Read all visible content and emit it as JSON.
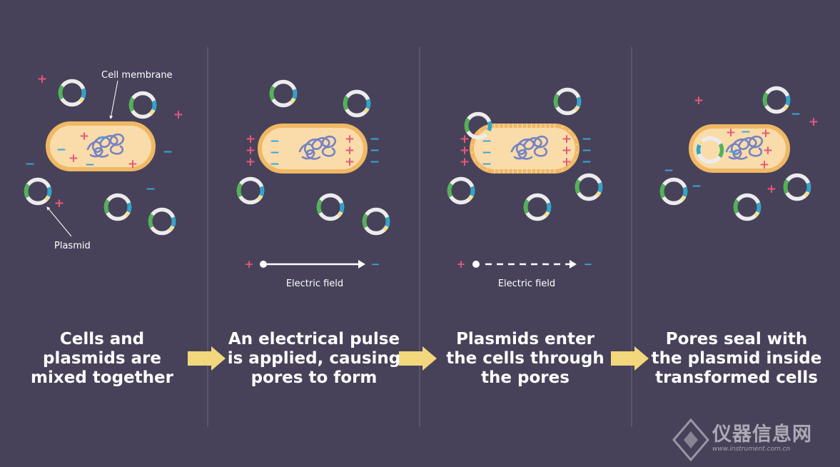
{
  "labels": {
    "cell_membrane": "Cell membrane",
    "plasmid": "Plasmid",
    "electric_field": "Electric field"
  },
  "signs": {
    "plus": "+",
    "minus": "−"
  },
  "steps": [
    {
      "lines": [
        "Cells and",
        "plasmids are",
        "mixed together"
      ]
    },
    {
      "lines": [
        "An electrical pulse",
        "is applied, causing",
        "pores to form"
      ]
    },
    {
      "lines": [
        "Plasmids enter",
        "the cells through",
        "the pores"
      ]
    },
    {
      "lines": [
        "Pores seal with",
        "the plasmid inside",
        "transformed cells"
      ]
    }
  ],
  "watermark": {
    "brand": "仪器信息网",
    "url": "www.instrument.com.cn"
  },
  "colors": {
    "background": "#474259",
    "cell_fill": "#f9dcaa",
    "cell_outline": "#f0b865",
    "dna": "#7683c4",
    "plus": "#e8587a",
    "minus": "#3aa7d8",
    "plasmid_ring": "#ececec",
    "plasmid_green": "#52b257",
    "plasmid_blue": "#32a3c9",
    "plasmid_yellow": "#f4e08c",
    "arrow": "#f2d77c",
    "divider": "#6c6685"
  }
}
